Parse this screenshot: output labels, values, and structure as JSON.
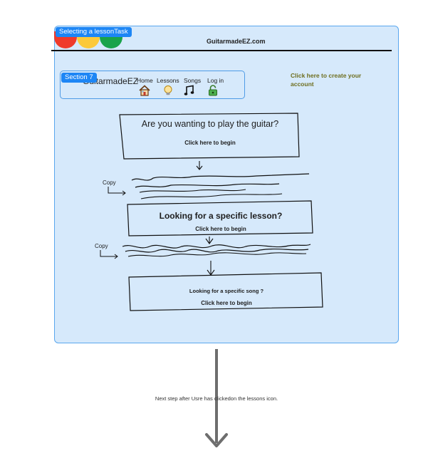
{
  "frame": {
    "tag": "Selecting a lessonTask",
    "site_title": "GuitarmadeEZ.com"
  },
  "nav": {
    "section_tag": "Section 7",
    "brand": "GuitarmadeEZ",
    "items": [
      {
        "label": "Home",
        "icon": "house-icon"
      },
      {
        "label": "Lessons",
        "icon": "lightbulb-icon"
      },
      {
        "label": "Songs",
        "icon": "music-notes-icon"
      },
      {
        "label": "Log in",
        "icon": "padlock-icon"
      }
    ]
  },
  "create_account": "Click here to create your account",
  "cards": [
    {
      "title": "Are you wanting to play the guitar?",
      "cta": "Click here to begin"
    },
    {
      "title": "Looking for a specific lesson?",
      "cta": "Click here to begin"
    },
    {
      "title": "Looking for a specific song ?",
      "cta": "Click here to begin"
    }
  ],
  "copy_labels": [
    "Copy",
    "Copy"
  ],
  "caption": "Next step after Usre has clickedon the lessons icon.",
  "colors": {
    "frame_fill": "#d6e9fb",
    "frame_border": "#5aa7ee",
    "tag_blue": "#1d86f5",
    "traffic_red": "#ef3a2b",
    "traffic_yellow": "#fcc93a",
    "traffic_green": "#1aa34a",
    "create_account_text": "#6e6e1f"
  }
}
